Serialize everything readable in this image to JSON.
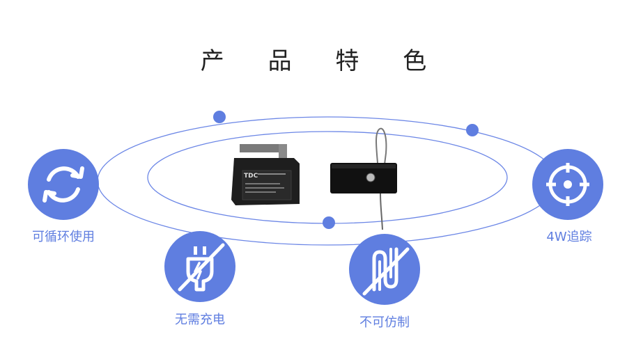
{
  "page": {
    "title": "产 品 特 色"
  },
  "features": [
    {
      "label": "可循环使用",
      "icon": "recycle-arrows-icon"
    },
    {
      "label": "无需充电",
      "icon": "no-charging-plug-icon"
    },
    {
      "label": "不可仿制",
      "icon": "no-copy-strap-icon"
    },
    {
      "label": "4W追踪",
      "icon": "crosshair-target-icon"
    }
  ],
  "products": [
    {
      "name": "charger-device"
    },
    {
      "name": "seal-tag-device"
    }
  ],
  "colors": {
    "accent": "#5f7ee0",
    "orbit": "#6b86e6",
    "title": "#222222"
  }
}
